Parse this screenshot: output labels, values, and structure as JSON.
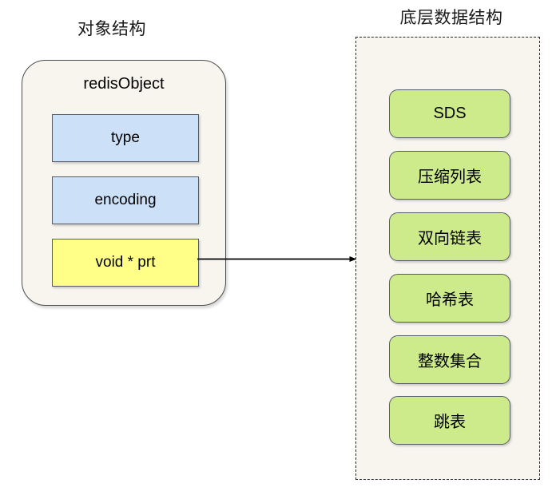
{
  "diagram": {
    "left_section": {
      "title": "对象结构",
      "object_name": "redisObject",
      "fields": [
        {
          "label": "type",
          "color": "#cce0f8"
        },
        {
          "label": "encoding",
          "color": "#cce0f8"
        },
        {
          "label": "void * prt",
          "color": "#ffff88"
        }
      ]
    },
    "right_section": {
      "title": "底层数据结构",
      "items": [
        {
          "label": "SDS"
        },
        {
          "label": "压缩列表"
        },
        {
          "label": "双向链表"
        },
        {
          "label": "哈希表"
        },
        {
          "label": "整数集合"
        },
        {
          "label": "跳表"
        }
      ]
    },
    "connector": {
      "type": "arrow",
      "from": "void * prt",
      "to": "底层数据结构"
    },
    "colors": {
      "blue_fill": "#cce0f8",
      "yellow_fill": "#ffff88",
      "green_fill": "#cdeb8b",
      "panel_fill": "#f7f5ee",
      "stroke": "#555c66",
      "dashed_stroke": "#262626",
      "background": "#ffffff"
    }
  }
}
